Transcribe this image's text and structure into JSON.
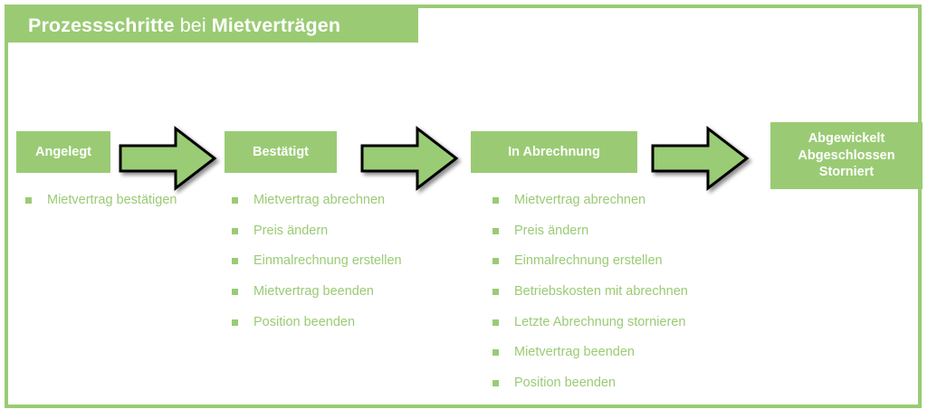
{
  "title": {
    "bold_part": "Prozessschritte",
    "normal_part": " bei ",
    "bold_part2": "Mietverträgen"
  },
  "colors": {
    "green": "#9ACB74",
    "arrow_fill": "#9ACB74",
    "arrow_outline": "#000000",
    "text_on_green": "#FFFFFF",
    "bullet_text": "#9ACB74",
    "background": "#FFFFFF"
  },
  "stages": [
    {
      "id": "angelegt",
      "label_lines": [
        "Angelegt"
      ],
      "actions": [
        "Mietvertrag bestätigen"
      ]
    },
    {
      "id": "bestaetigt",
      "label_lines": [
        "Bestätigt"
      ],
      "actions": [
        "Mietvertrag abrechnen",
        "Preis ändern",
        "Einmalrechnung erstellen",
        "Mietvertrag beenden",
        "Position beenden"
      ]
    },
    {
      "id": "in-abrechnung",
      "label_lines": [
        "In Abrechnung"
      ],
      "actions": [
        "Mietvertrag abrechnen",
        "Preis ändern",
        "Einmalrechnung erstellen",
        "Betriebskosten mit abrechnen",
        "Letzte Abrechnung stornieren",
        "Mietvertrag beenden",
        "Position beenden"
      ]
    },
    {
      "id": "abgewickelt",
      "label_lines": [
        "Abgewickelt",
        "Abgeschlossen",
        "Storniert"
      ],
      "actions": []
    }
  ],
  "arrows": [
    {
      "name": "arrow-angelegt-to-bestaetigt",
      "direction": "right"
    },
    {
      "name": "arrow-bestaetigt-to-in-abrechnung",
      "direction": "right"
    },
    {
      "name": "arrow-in-abrechnung-to-abgewickelt",
      "direction": "right"
    }
  ]
}
